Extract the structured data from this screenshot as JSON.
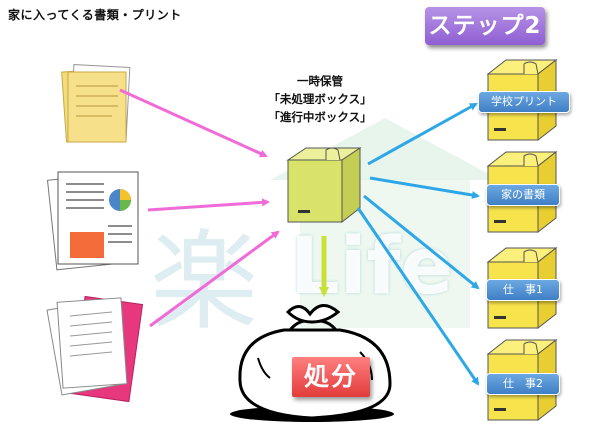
{
  "title": "家に入ってくる書類・プリント",
  "step_label": "ステップ2",
  "hold": {
    "line1": "一時保管",
    "line2": "「未処理ボックス」",
    "line3": "「進行中ボックス」"
  },
  "watermark": {
    "kanji": "楽",
    "word": "Life"
  },
  "destinations": [
    {
      "label": "学校プリント"
    },
    {
      "label": "家の書類"
    },
    {
      "label": "仕　事1"
    },
    {
      "label": "仕　事2"
    }
  ],
  "dispose_label": "処分",
  "colors": {
    "inbound_arrow": "#f06ad8",
    "outbound_arrow": "#2ea7e6",
    "dispose_arrow": "#c8e03a",
    "box_yellow": "#f7e34c",
    "box_green": "#d9e36a",
    "step_purple": "#9d6ed9",
    "dispose_red": "#e84a4a",
    "label_blue": "#4c8fd0"
  }
}
